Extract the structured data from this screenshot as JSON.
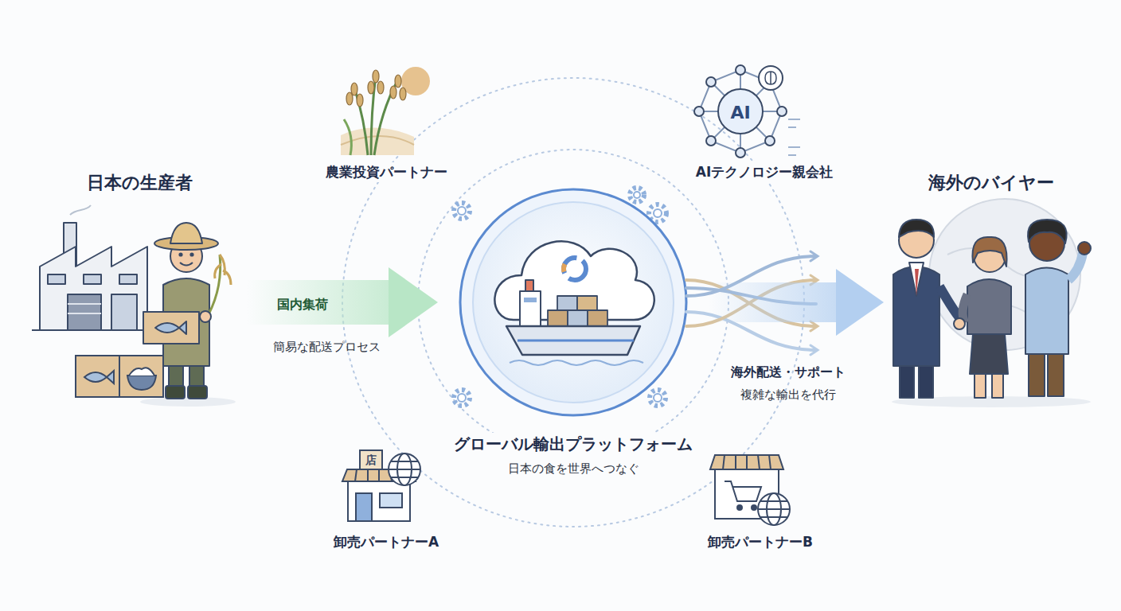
{
  "diagram": {
    "nodes": [
      {
        "text": [
          "日本の生産者"
        ]
      },
      {
        "text": [
          "農業投資パートナー"
        ]
      },
      {
        "text": [
          "AIテクノロジー親会社"
        ]
      },
      {
        "text": [
          "海外のバイヤー"
        ]
      },
      {
        "text": [
          "グローバル輸出プラットフォーム",
          "日本の食を世界へつなぐ"
        ]
      },
      {
        "text": [
          "卸売パートナーA"
        ]
      },
      {
        "text": [
          "卸売パートナーB"
        ]
      }
    ],
    "edges": [
      {
        "from": 0,
        "to": 4,
        "label": "国内集荷",
        "arrow": "to"
      },
      {
        "from": 4,
        "to": 3,
        "label": "海外配送・サポート",
        "arrow": "to"
      }
    ],
    "labels": [
      "簡易な配送プロセス",
      "複雑な輸出を代行",
      "AI",
      "店"
    ]
  }
}
